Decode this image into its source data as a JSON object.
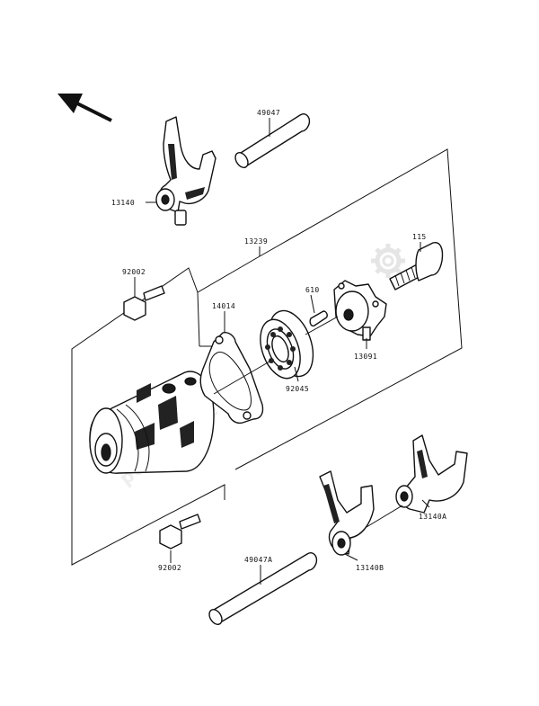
{
  "diagram": {
    "labels": {
      "shaft_top": "49047",
      "fork_top": "13140",
      "assembly": "13239",
      "bolt_right": "115",
      "bolt_left_top": "92002",
      "gasket": "14014",
      "pin": "610",
      "bearing": "92045",
      "cam": "13091",
      "fork_right": "13140A",
      "fork_bottom": "13140B",
      "shaft_bottom": "49047A",
      "bolt_left_bottom": "92002"
    },
    "watermark": {
      "text": "partsfiche",
      "icon": "gear-icon"
    },
    "direction_icon": "arrow-up-left-icon"
  }
}
